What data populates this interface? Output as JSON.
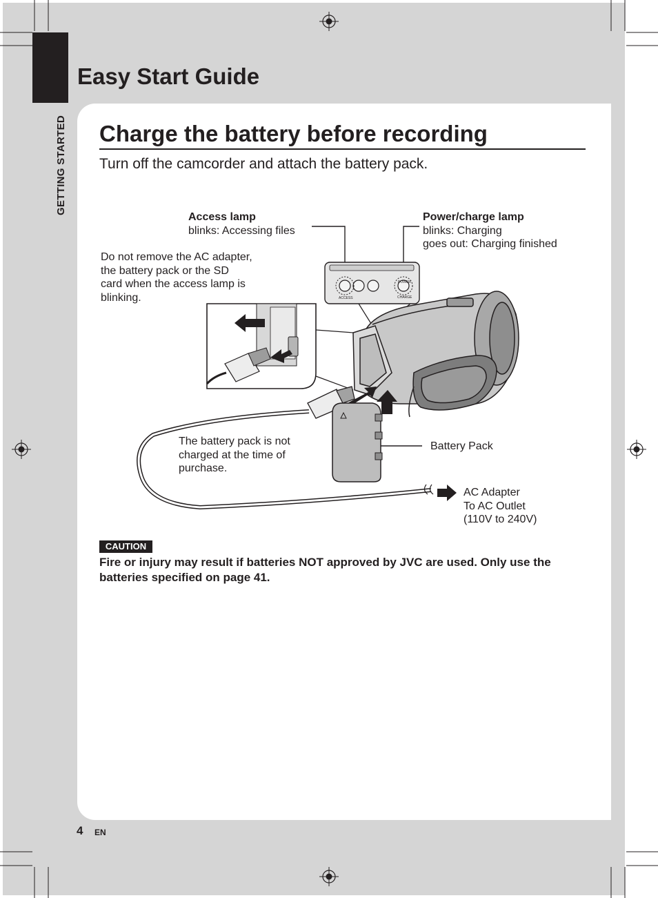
{
  "header": {
    "section_tab": "GETTING STARTED",
    "guide_title": "Easy Start Guide"
  },
  "main": {
    "title": "Charge the battery before recording",
    "intro": "Turn off the camcorder and attach the battery pack."
  },
  "diagram": {
    "access_lamp": {
      "title": "Access lamp",
      "desc": "blinks: Accessing files"
    },
    "power_lamp": {
      "title": "Power/charge lamp",
      "line1": "blinks: Charging",
      "line2": "goes out: Charging finished"
    },
    "warning_note": [
      "Do not remove the AC adapter,",
      "the battery pack or the SD",
      "card when the access lamp is",
      "blinking."
    ],
    "battery_note": [
      "The battery pack is not",
      "charged at the time of",
      "purchase."
    ],
    "battery_pack_label": "Battery Pack",
    "ac_adapter": [
      "AC Adapter",
      "To AC Outlet",
      "(110V to 240V)"
    ],
    "camera_button_labels": {
      "access": "ACCESS",
      "power": "POWER",
      "charge": "CHARGE"
    }
  },
  "caution": {
    "badge": "CAUTION",
    "text": "Fire or injury may result if batteries NOT approved by JVC are used. Only use the batteries specified on page 41."
  },
  "footer": {
    "page_number": "4",
    "language": "EN"
  }
}
